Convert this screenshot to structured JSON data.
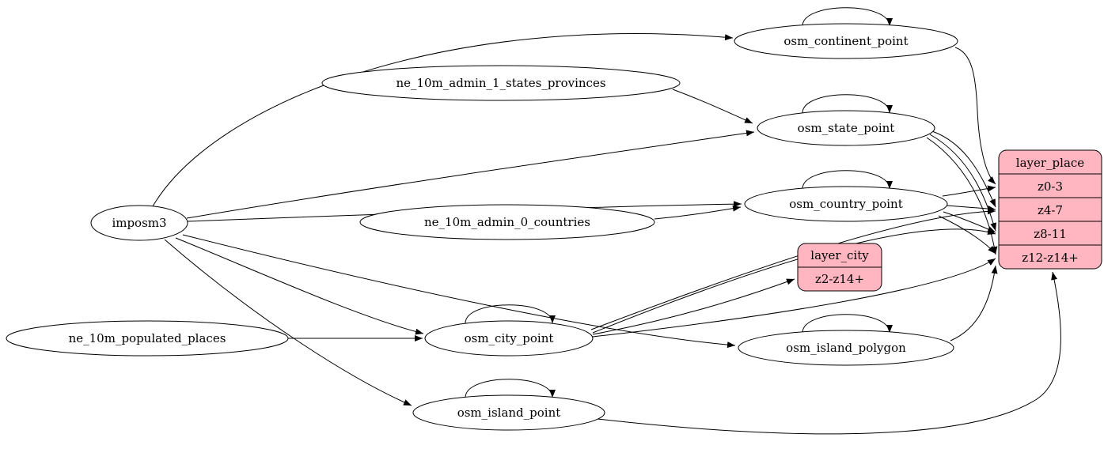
{
  "diagram": {
    "colors": {
      "record_fill": "#ffb6c1",
      "node_fill": "#ffffff",
      "edge_color": "#000000"
    },
    "nodes": {
      "imposm3": {
        "label": "imposm3"
      },
      "ne_10m_admin_1_states_provinces": {
        "label": "ne_10m_admin_1_states_provinces"
      },
      "ne_10m_admin_0_countries": {
        "label": "ne_10m_admin_0_countries"
      },
      "ne_10m_populated_places": {
        "label": "ne_10m_populated_places"
      },
      "osm_continent_point": {
        "label": "osm_continent_point"
      },
      "osm_state_point": {
        "label": "osm_state_point"
      },
      "osm_country_point": {
        "label": "osm_country_point"
      },
      "osm_city_point": {
        "label": "osm_city_point"
      },
      "osm_island_polygon": {
        "label": "osm_island_polygon"
      },
      "osm_island_point": {
        "label": "osm_island_point"
      },
      "layer_city": {
        "label": "layer_city",
        "rows": [
          "z2-z14+"
        ]
      },
      "layer_place": {
        "label": "layer_place",
        "rows": [
          "z0-3",
          "z4-7",
          "z8-11",
          "z12-z14+"
        ]
      }
    },
    "edges": [
      {
        "from": "imposm3",
        "to": "osm_continent_point"
      },
      {
        "from": "imposm3",
        "to": "osm_state_point"
      },
      {
        "from": "imposm3",
        "to": "osm_country_point"
      },
      {
        "from": "imposm3",
        "to": "osm_city_point"
      },
      {
        "from": "imposm3",
        "to": "osm_island_polygon"
      },
      {
        "from": "imposm3",
        "to": "osm_island_point"
      },
      {
        "from": "ne_10m_admin_1_states_provinces",
        "to": "osm_state_point"
      },
      {
        "from": "ne_10m_admin_0_countries",
        "to": "osm_country_point"
      },
      {
        "from": "ne_10m_populated_places",
        "to": "osm_city_point"
      },
      {
        "from": "osm_continent_point",
        "to": "osm_continent_point",
        "self_loop": true
      },
      {
        "from": "osm_state_point",
        "to": "osm_state_point",
        "self_loop": true
      },
      {
        "from": "osm_country_point",
        "to": "osm_country_point",
        "self_loop": true
      },
      {
        "from": "osm_city_point",
        "to": "osm_city_point",
        "self_loop": true
      },
      {
        "from": "osm_island_polygon",
        "to": "osm_island_polygon",
        "self_loop": true
      },
      {
        "from": "osm_island_point",
        "to": "osm_island_point",
        "self_loop": true
      },
      {
        "from": "osm_continent_point",
        "to": "layer_place",
        "port": "z0-3"
      },
      {
        "from": "osm_country_point",
        "to": "layer_place",
        "port": "z0-3"
      },
      {
        "from": "osm_country_point",
        "to": "layer_place",
        "port": "z4-7"
      },
      {
        "from": "osm_country_point",
        "to": "layer_place",
        "port": "z8-11"
      },
      {
        "from": "osm_country_point",
        "to": "layer_place",
        "port": "z12-z14+"
      },
      {
        "from": "osm_state_point",
        "to": "layer_place",
        "port": "z4-7"
      },
      {
        "from": "osm_state_point",
        "to": "layer_place",
        "port": "z8-11"
      },
      {
        "from": "osm_state_point",
        "to": "layer_place",
        "port": "z12-z14+"
      },
      {
        "from": "osm_city_point",
        "to": "layer_city",
        "port": "z2-z14+"
      },
      {
        "from": "osm_city_point",
        "to": "layer_place",
        "port": "z4-7"
      },
      {
        "from": "osm_city_point",
        "to": "layer_place",
        "port": "z8-11"
      },
      {
        "from": "osm_city_point",
        "to": "layer_place",
        "port": "z12-z14+"
      },
      {
        "from": "osm_island_polygon",
        "to": "layer_place",
        "port": "z12-z14+"
      },
      {
        "from": "osm_island_point",
        "to": "layer_place",
        "port": "z12-z14+"
      }
    ]
  }
}
